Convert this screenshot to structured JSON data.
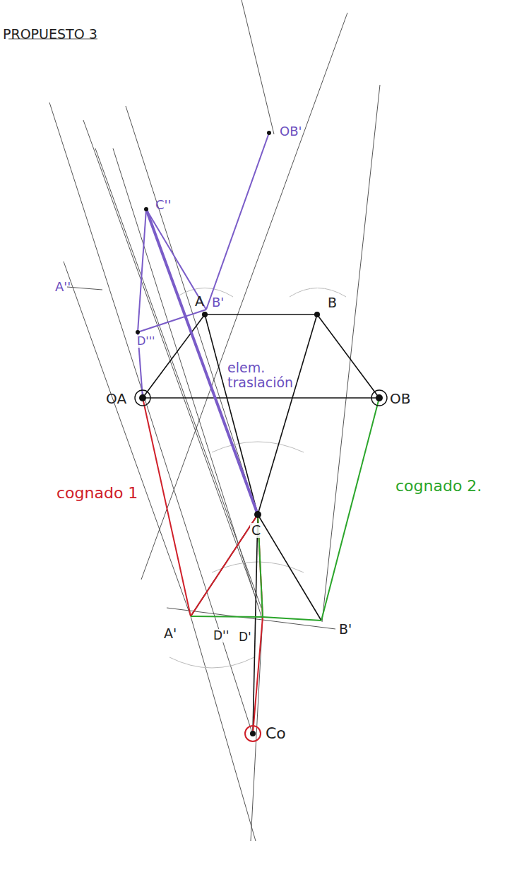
{
  "diagram": {
    "labels": [
      "PROPUESTO 3",
      "OB'",
      "C''",
      "A''",
      "A",
      "B'",
      "B",
      "D'''",
      "elem. traslación",
      "OA",
      "OB",
      "cognado 1",
      "cognado 2.",
      "C",
      "A'",
      "B'",
      "D''",
      "D'",
      "Co"
    ]
  }
}
